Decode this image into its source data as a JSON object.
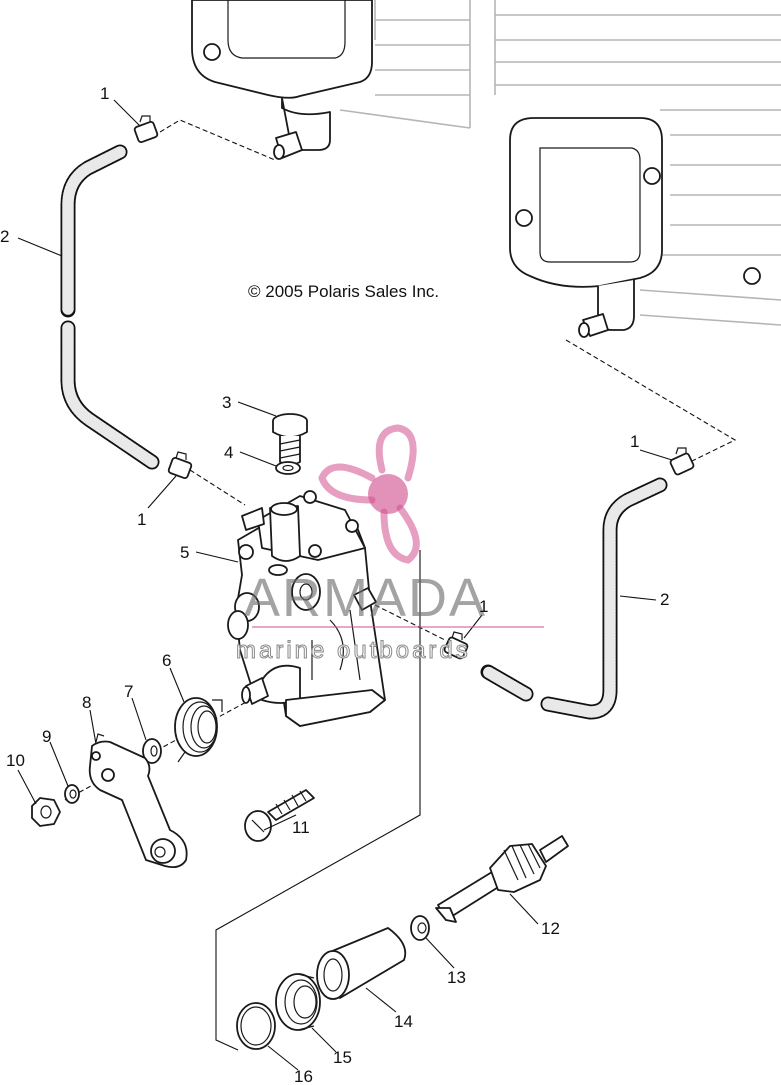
{
  "copyright": "© 2005 Polaris Sales Inc.",
  "watermark": {
    "brand": "ARMADA",
    "tagline": "marine outboards",
    "logo_icon": "propeller-icon",
    "accent_color": "#d14f8e"
  },
  "callouts": {
    "c1a": "1",
    "c1b": "1",
    "c1c": "1",
    "c1d": "1",
    "c2a": "2",
    "c2b": "2",
    "c3": "3",
    "c4": "4",
    "c5": "5",
    "c6": "6",
    "c7": "7",
    "c8": "8",
    "c9": "9",
    "c10": "10",
    "c11": "11",
    "c12": "12",
    "c13": "13",
    "c14": "14",
    "c15": "15",
    "c16": "16"
  }
}
